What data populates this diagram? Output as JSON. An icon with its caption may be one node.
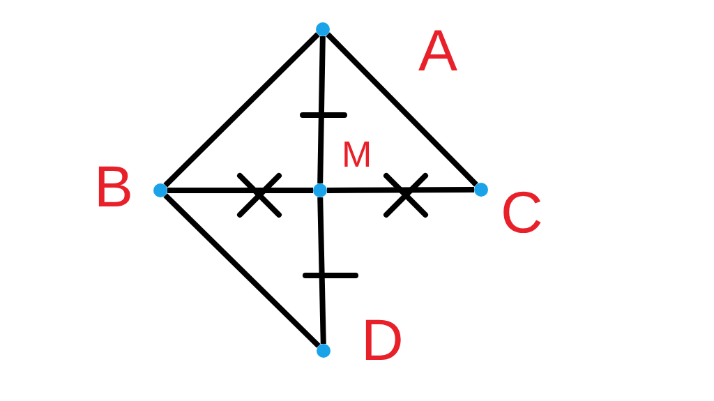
{
  "diagram": {
    "nodes": [
      {
        "text": [],
        "shape": "circle",
        "beside": [
          "A"
        ]
      },
      {
        "text": [],
        "shape": "circle",
        "beside": [
          "B"
        ]
      },
      {
        "text": [],
        "shape": "circle",
        "beside": [
          "M"
        ]
      },
      {
        "text": [],
        "shape": "circle",
        "beside": [
          "C"
        ]
      },
      {
        "text": [],
        "shape": "circle",
        "beside": [
          "D"
        ]
      }
    ],
    "edges": [
      {
        "from": 0,
        "to": 1,
        "arrow": "none"
      },
      {
        "from": 0,
        "to": 3,
        "arrow": "none"
      },
      {
        "from": 0,
        "to": 2,
        "arrow": "none"
      },
      {
        "from": 1,
        "to": 2,
        "arrow": "none"
      },
      {
        "from": 2,
        "to": 3,
        "arrow": "none"
      },
      {
        "from": 2,
        "to": 4,
        "arrow": "none"
      },
      {
        "from": 1,
        "to": 4,
        "arrow": "none"
      }
    ]
  }
}
